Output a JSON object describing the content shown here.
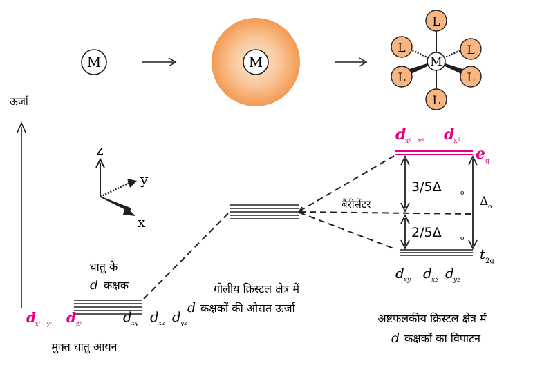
{
  "colors": {
    "ink": "#231f20",
    "magenta": "#e6007e",
    "ligand_fill": "#f6b581",
    "sphere_fill": "#f7a864",
    "sphere_inner": "#fbe0c8",
    "eg_line": "#e6007e"
  },
  "top_row": {
    "free_metal": "M",
    "sphere_metal": "M",
    "complex_metal": "M",
    "ligand": "L"
  },
  "energy_label": "ऊर्जा",
  "axes": {
    "z": "z",
    "y": "y",
    "x": "x"
  },
  "free_ion": {
    "title_line1": "धातु के",
    "title_line2": "d",
    "title_line2_rest": "कक्षक",
    "eg_orbitals": "d",
    "eg_sub1": "x² – y²",
    "eg_d2": "d",
    "eg_sub2": "z²",
    "t2g_d1": "d",
    "t2g_sub1": "xy",
    "t2g_d2": "d",
    "t2g_sub2": "xz",
    "t2g_d3": "d",
    "t2g_sub3": "yz",
    "caption": "मुक्त धातु आयन"
  },
  "spherical": {
    "caption_line1": "गोलीय क्रिस्टल क्षेत्र में",
    "caption_line2_d": "d",
    "caption_line2_rest": "कक्षकों की औसत ऊर्जा"
  },
  "octahedral": {
    "eg_d1": "d",
    "eg_sub1": "x² – y²",
    "eg_d2": "d",
    "eg_sub2": "x²",
    "eg_label": "e",
    "eg_label_sub": "g",
    "barycenter": "बैरीसेंटर",
    "upper_split": "3/5Δ",
    "upper_split_sub": "o",
    "lower_split": "2/5Δ",
    "lower_split_sub": "o",
    "delta": "Δ",
    "delta_sub": "o",
    "t2g_label": "t",
    "t2g_label_sub": "2g",
    "t2g_d1": "d",
    "t2g_sub1": "xy",
    "t2g_d2": "d",
    "t2g_sub2": "xz",
    "t2g_d3": "d",
    "t2g_sub3": "yz",
    "caption_line1": "अष्टफलकीय क्रिस्टल क्षेत्र में",
    "caption_line2_d": "d",
    "caption_line2_rest": "कक्षकों का विपाटन"
  }
}
